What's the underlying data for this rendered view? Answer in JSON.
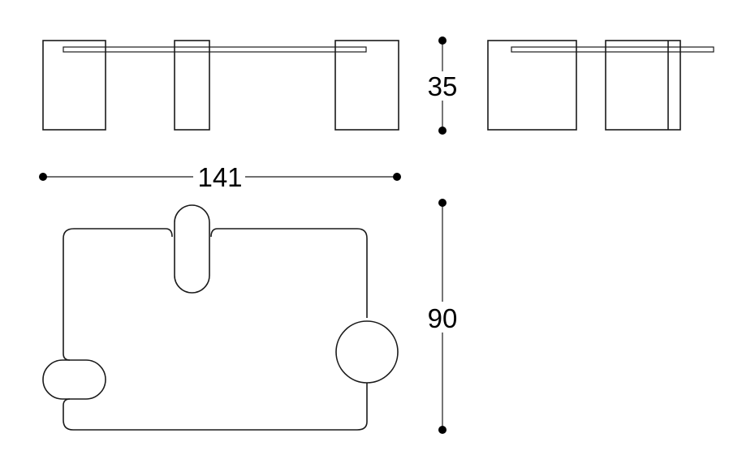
{
  "dimensions": {
    "height": "35",
    "width": "141",
    "depth": "90"
  },
  "colors": {
    "line": "#1a1a1a",
    "background": "#ffffff"
  }
}
